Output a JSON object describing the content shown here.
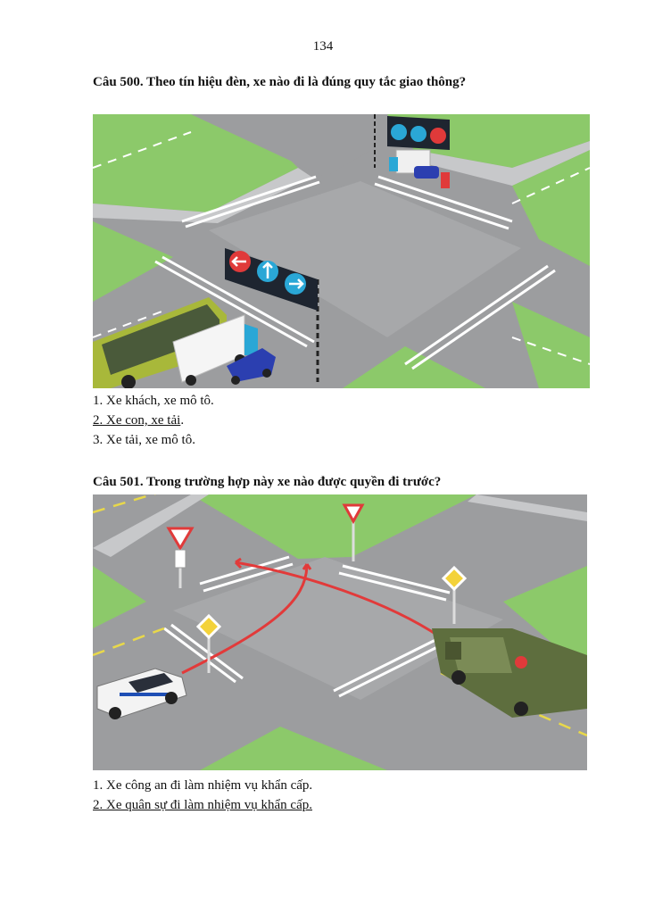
{
  "page_number": "134",
  "questions": [
    {
      "title": "Câu 500. Theo tín hiệu đèn, xe nào đi là đúng quy tắc giao thông?",
      "answers": [
        {
          "text": "1. Xe khách, xe mô tô.",
          "correct": false
        },
        {
          "text": "2. Xe con, xe tải",
          "suffix": ".",
          "correct": true
        },
        {
          "text": "3. Xe tải, xe mô tô.",
          "correct": false
        }
      ]
    },
    {
      "title": "Câu 501. Trong trường hợp này xe nào được quyền đi trước?",
      "answers": [
        {
          "text": "1. Xe công an đi làm nhiệm vụ khẩn cấp.",
          "correct": false
        },
        {
          "text": "2. Xe quân sự đi làm nhiệm vụ khẩn cấp.",
          "correct": true
        }
      ]
    }
  ],
  "colors": {
    "grass": "#8cc96a",
    "road": "#9c9d9f",
    "signal_red": "#e03a3a",
    "signal_blue": "#2aa7d6",
    "path_red": "#e23a3a",
    "army_green": "#5e6e3e"
  },
  "icons": [
    "arrow-left-icon",
    "arrow-up-icon",
    "arrow-right-icon",
    "no-entry-icon",
    "yield-sign-icon",
    "priority-road-sign-icon"
  ]
}
